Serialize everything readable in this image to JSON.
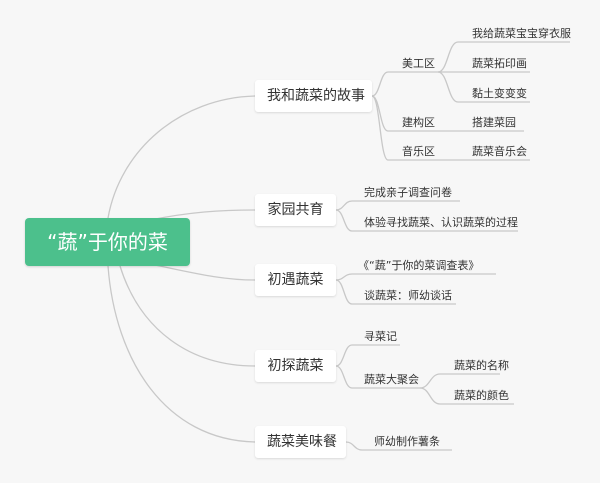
{
  "mindmap": {
    "root": "“蔬”于你的菜",
    "branches": [
      {
        "label": "我和蔬菜的故事",
        "subs": [
          {
            "label": "美工区",
            "items": [
              "我给蔬菜宝宝穿衣服",
              "蔬菜拓印画",
              "黏土变变变"
            ]
          },
          {
            "label": "建构区",
            "items": [
              "搭建菜园"
            ]
          },
          {
            "label": "音乐区",
            "items": [
              "蔬菜音乐会"
            ]
          }
        ]
      },
      {
        "label": "家园共育",
        "items": [
          "完成亲子调查问卷",
          "体验寻找蔬菜、认识蔬菜的过程"
        ]
      },
      {
        "label": "初遇蔬菜",
        "items": [
          "《“蔬”于你的菜调查表》",
          "谈蔬菜：师幼谈话"
        ]
      },
      {
        "label": "初探蔬菜",
        "items": [
          "寻菜记"
        ],
        "subs": [
          {
            "label": "蔬菜大聚会",
            "items": [
              "蔬菜的名称",
              "蔬菜的颜色"
            ]
          }
        ]
      },
      {
        "label": "蔬菜美味餐",
        "items": [
          "师幼制作薯条"
        ]
      }
    ]
  },
  "colors": {
    "root_bg": "#4cc08c",
    "root_text": "#ffffff",
    "line": "#c8c8c8",
    "background": "#f7f7f7"
  }
}
